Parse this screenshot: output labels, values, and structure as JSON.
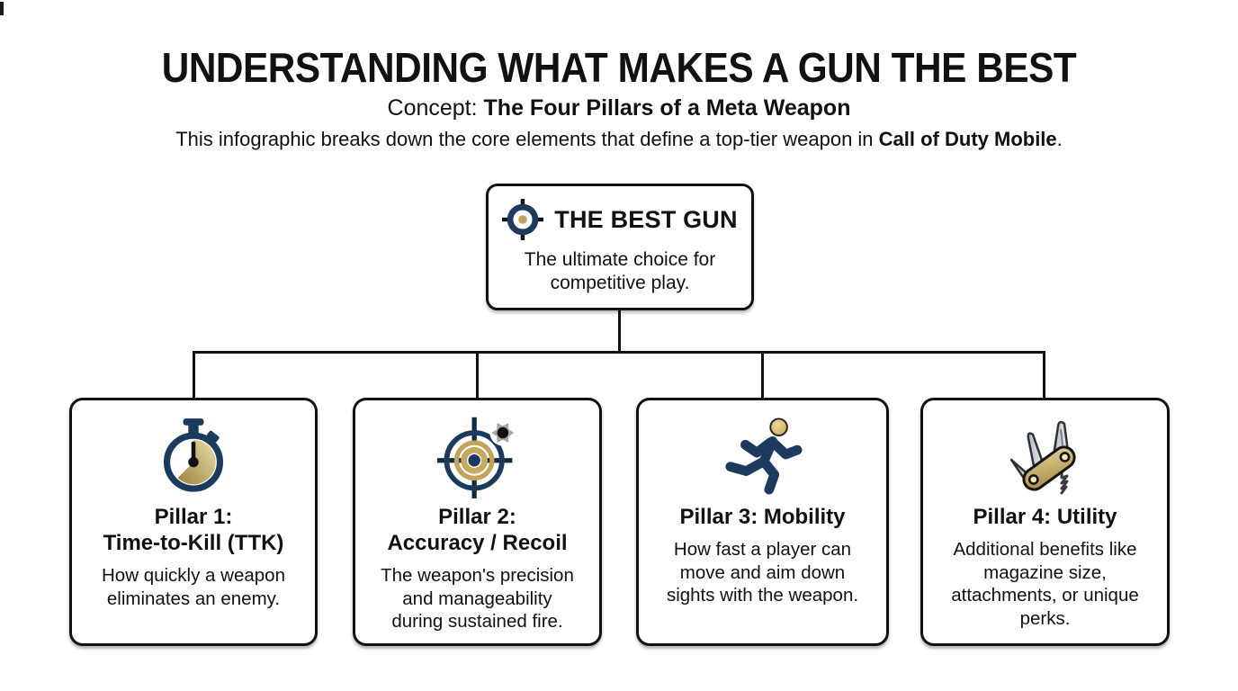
{
  "page": {
    "title": "UNDERSTANDING WHAT MAKES A GUN THE BEST",
    "subtitle_prefix": "Concept: ",
    "subtitle_bold": "The Four Pillars of a Meta Weapon",
    "description_prefix": "This infographic breaks down the core elements that define a top-tier weapon in ",
    "description_bold": "Call of Duty Mobile",
    "description_suffix": "."
  },
  "root_node": {
    "icon": "target-lock-icon",
    "title": "THE BEST GUN",
    "body_lines": [
      "The ultimate choice for",
      "competitive play."
    ]
  },
  "pillars": [
    {
      "icon": "stopwatch-icon",
      "title_lines": [
        "Pillar 1:",
        "Time-to-Kill (TTK)"
      ],
      "body_lines": [
        "How quickly a weapon",
        "eliminates an enemy."
      ]
    },
    {
      "icon": "accuracy-target-icon",
      "title_lines": [
        "Pillar 2:",
        "Accuracy / Recoil"
      ],
      "body_lines": [
        "The weapon's precision",
        "and manageability",
        "during sustained fire."
      ]
    },
    {
      "icon": "running-person-icon",
      "title_lines": [
        "Pillar 3: Mobility"
      ],
      "body_lines": [
        "How fast a player can",
        "move and aim down",
        "sights with the weapon."
      ]
    },
    {
      "icon": "swiss-army-knife-icon",
      "title_lines": [
        "Pillar 4: Utility"
      ],
      "body_lines": [
        "Additional benefits like",
        "magazine size,",
        "attachments, or unique",
        "perks."
      ]
    }
  ],
  "colors": {
    "ink": "#111111",
    "navy": "#1B3A5E",
    "gold": "#C2A35B",
    "gold_light": "#EADDA9",
    "gold_dark": "#9D8440",
    "silver": "#C9CDD3",
    "splat_gray": "#A5A5A5",
    "background": "#FFFFFF"
  }
}
